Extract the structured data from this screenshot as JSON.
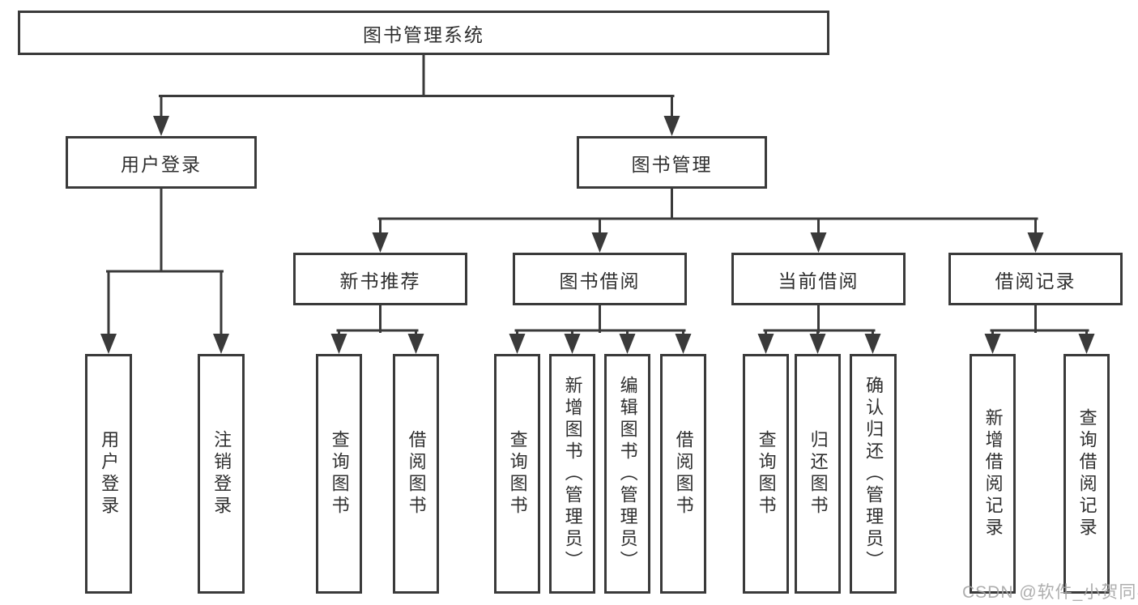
{
  "tree": {
    "root": "图书管理系统",
    "children": [
      {
        "label": "用户登录",
        "children": [
          {
            "label": "用户登录"
          },
          {
            "label": "注销登录"
          }
        ]
      },
      {
        "label": "图书管理",
        "children": [
          {
            "label": "新书推荐",
            "children": [
              {
                "label": "查询图书"
              },
              {
                "label": "借阅图书"
              }
            ]
          },
          {
            "label": "图书借阅",
            "children": [
              {
                "label": "查询图书"
              },
              {
                "label": "新增图书（管理员）"
              },
              {
                "label": "编辑图书（管理员）"
              },
              {
                "label": "借阅图书"
              }
            ]
          },
          {
            "label": "当前借阅",
            "children": [
              {
                "label": "查询图书"
              },
              {
                "label": "归还图书"
              },
              {
                "label": "确认归还（管理员）"
              }
            ]
          },
          {
            "label": "借阅记录",
            "children": [
              {
                "label": "新增借阅记录"
              },
              {
                "label": "查询借阅记录"
              }
            ]
          }
        ]
      }
    ]
  },
  "watermark": "CSDN @软件_小贺同学",
  "colors": {
    "line": "#3a3a3a",
    "text": "#2f2f2f",
    "background": "#ffffff",
    "watermark": "#a3a3a3"
  }
}
